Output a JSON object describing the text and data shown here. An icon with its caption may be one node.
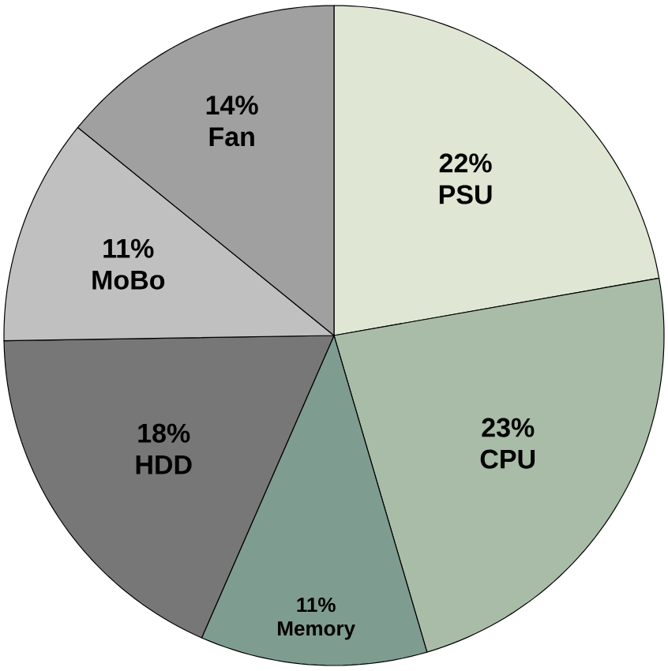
{
  "diagram": {
    "chart_data": {
      "type": "pie",
      "categories": [
        "PSU",
        "CPU",
        "Memory",
        "HDD",
        "MoBo",
        "Fan"
      ],
      "values": [
        22,
        23,
        11,
        18,
        11,
        14
      ],
      "value_labels": [
        "22%",
        "23%",
        "11%",
        "18%",
        "11%",
        "14%"
      ],
      "colors": [
        "#dfe6d3",
        "#a8bca8",
        "#7f9c90",
        "#777777",
        "#c0c0c0",
        "#a0a0a0"
      ]
    }
  }
}
